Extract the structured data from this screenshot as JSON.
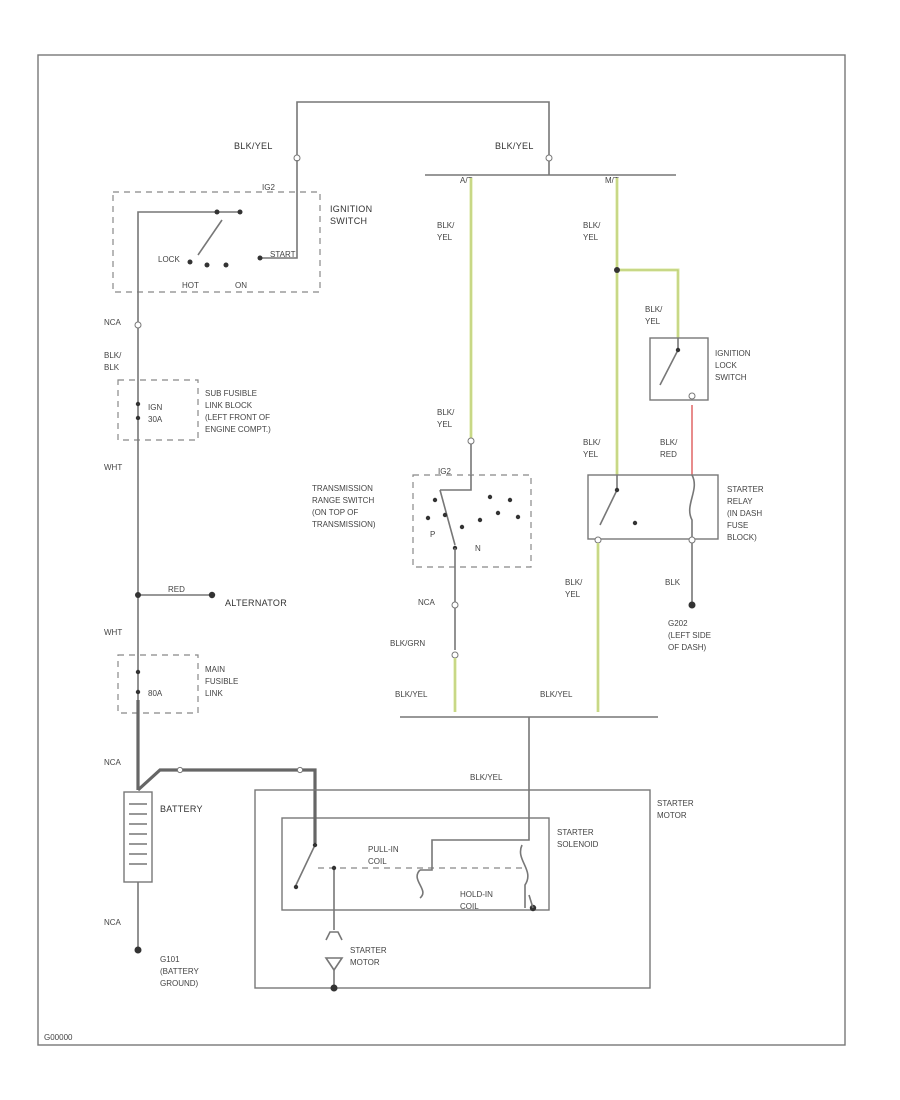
{
  "labels": {
    "top_wire_left": "BLK/YEL",
    "top_wire_right": "BLK/YEL",
    "at": "A/T",
    "mt": "M/T",
    "ig_term": "IG2",
    "ignition_switch": [
      "IGNITION",
      "SWITCH"
    ],
    "lock": "LOCK",
    "start": "START",
    "hot": "HOT",
    "on": "ON",
    "nca_1": "NCA",
    "blk_blk": [
      "BLK/",
      "BLK"
    ],
    "sub_fusible": [
      "SUB FUSIBLE",
      "LINK BLOCK",
      "(LEFT FRONT OF",
      "ENGINE COMPT.)"
    ],
    "fuse_30a": [
      "IGN",
      "30A"
    ],
    "wht_1": "WHT",
    "alternator_wire": "RED",
    "alternator": "ALTERNATOR",
    "wht_2": "WHT",
    "main_fusible": [
      "MAIN",
      "FUSIBLE",
      "LINK"
    ],
    "fuse_80a": "80A",
    "nca_2": "NCA",
    "battery": "BATTERY",
    "nca_3": "NCA",
    "battery_ground": [
      "G101",
      "(BATTERY",
      "GROUND)"
    ],
    "at_wire": [
      "BLK/",
      "YEL"
    ],
    "mt_wire": [
      "BLK/",
      "YEL"
    ],
    "mt_wire_2": [
      "BLK/",
      "YEL"
    ],
    "clutch_switch": [
      "IGNITION",
      "LOCK",
      "SWITCH"
    ],
    "trans_wire": [
      "BLK/",
      "YEL"
    ],
    "trans_switch": [
      "TRANSMISSION",
      "RANGE SWITCH",
      "(ON TOP OF",
      "TRANSMISSION)"
    ],
    "relay_wire_left": [
      "BLK/",
      "YEL"
    ],
    "relay_wire_right": [
      "BLK/",
      "RED"
    ],
    "starter_relay": [
      "STARTER",
      "RELAY",
      "(IN DASH",
      "FUSE",
      "BLOCK)"
    ],
    "nca_4": "NCA",
    "blk_grn": "BLK/GRN",
    "relay_out": [
      "BLK/",
      "YEL"
    ],
    "blk": "BLK",
    "g201": [
      "G202",
      "(LEFT SIDE",
      "OF DASH)"
    ],
    "bottom_left": "BLK/YEL",
    "bottom_right": "BLK/YEL",
    "solenoid_wire": "BLK/YEL",
    "starter_motor_box": [
      "STARTER",
      "MOTOR"
    ],
    "starter_solenoid": [
      "STARTER",
      "SOLENOID"
    ],
    "pull_in": [
      "PULL-IN",
      "COIL"
    ],
    "hold_in": [
      "HOLD-IN",
      "COIL"
    ],
    "starter_motor": [
      "STARTER",
      "MOTOR"
    ],
    "figure_id": "G00000"
  },
  "colors": {
    "yellow_wire": "#d8e7a0",
    "red_wire": "#e27070",
    "wire": "#777777"
  }
}
